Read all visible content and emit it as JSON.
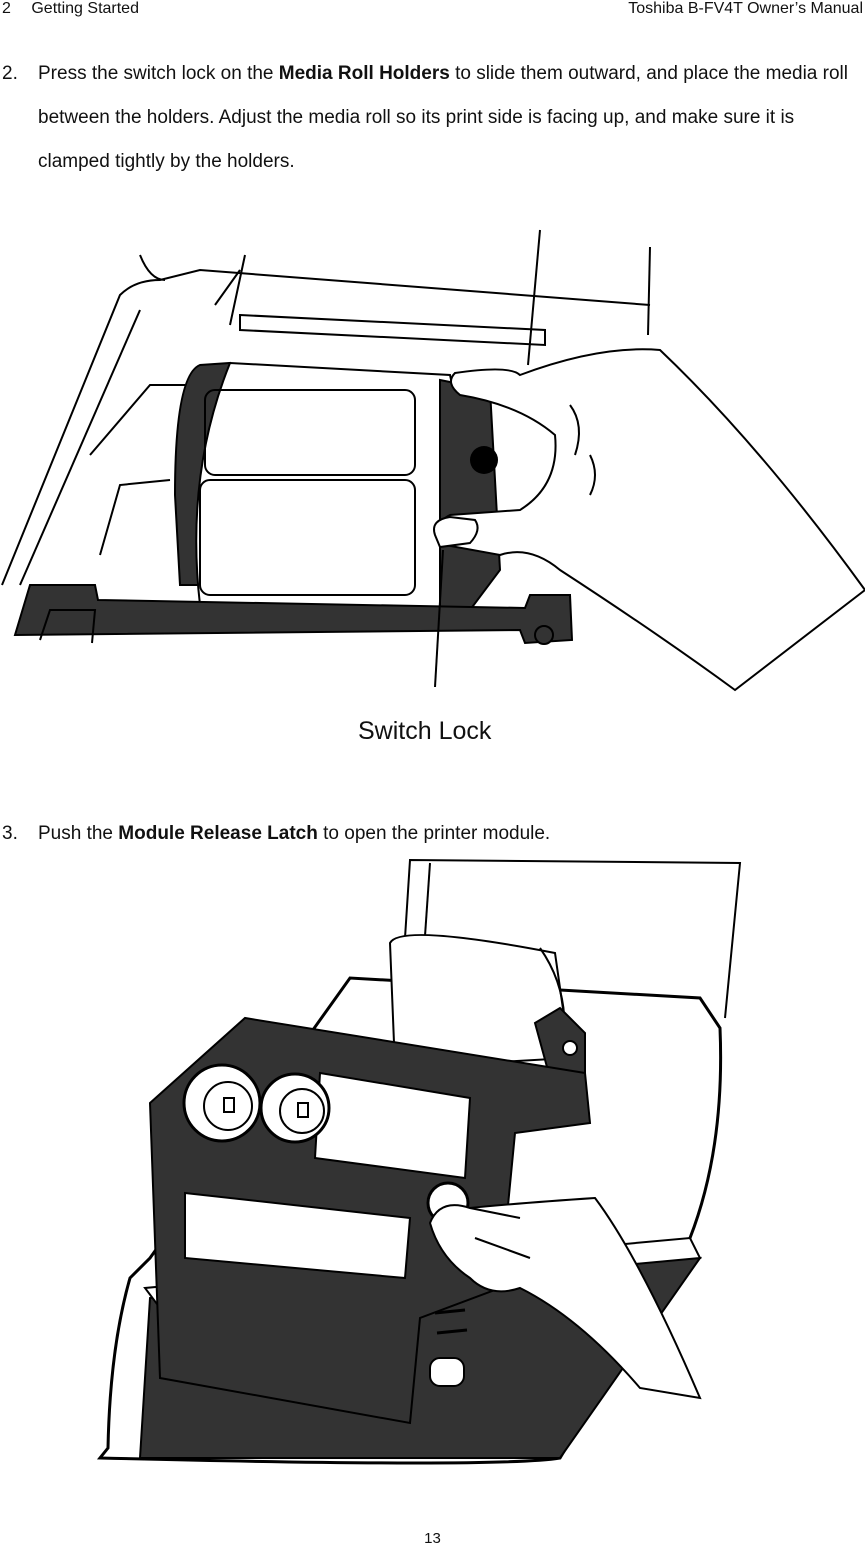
{
  "header": {
    "chapter_number": "2",
    "chapter_title": "Getting Started",
    "manual_title": "Toshiba B-FV4T Owner’s Manual"
  },
  "steps": [
    {
      "number": "2.",
      "text_1": "Press the switch lock on the ",
      "bold_1": "Media Roll Holders",
      "text_2": " to slide them outward, and place the media roll between the holders. Adjust the media roll so its print side is facing up, and make sure it is clamped tightly by the holders."
    },
    {
      "number": "3.",
      "text_1": "Push the ",
      "bold_1": "Module Release Latch",
      "text_2": " to open the printer module."
    }
  ],
  "figure_1": {
    "callout": "Switch Lock"
  },
  "page_number": "13"
}
